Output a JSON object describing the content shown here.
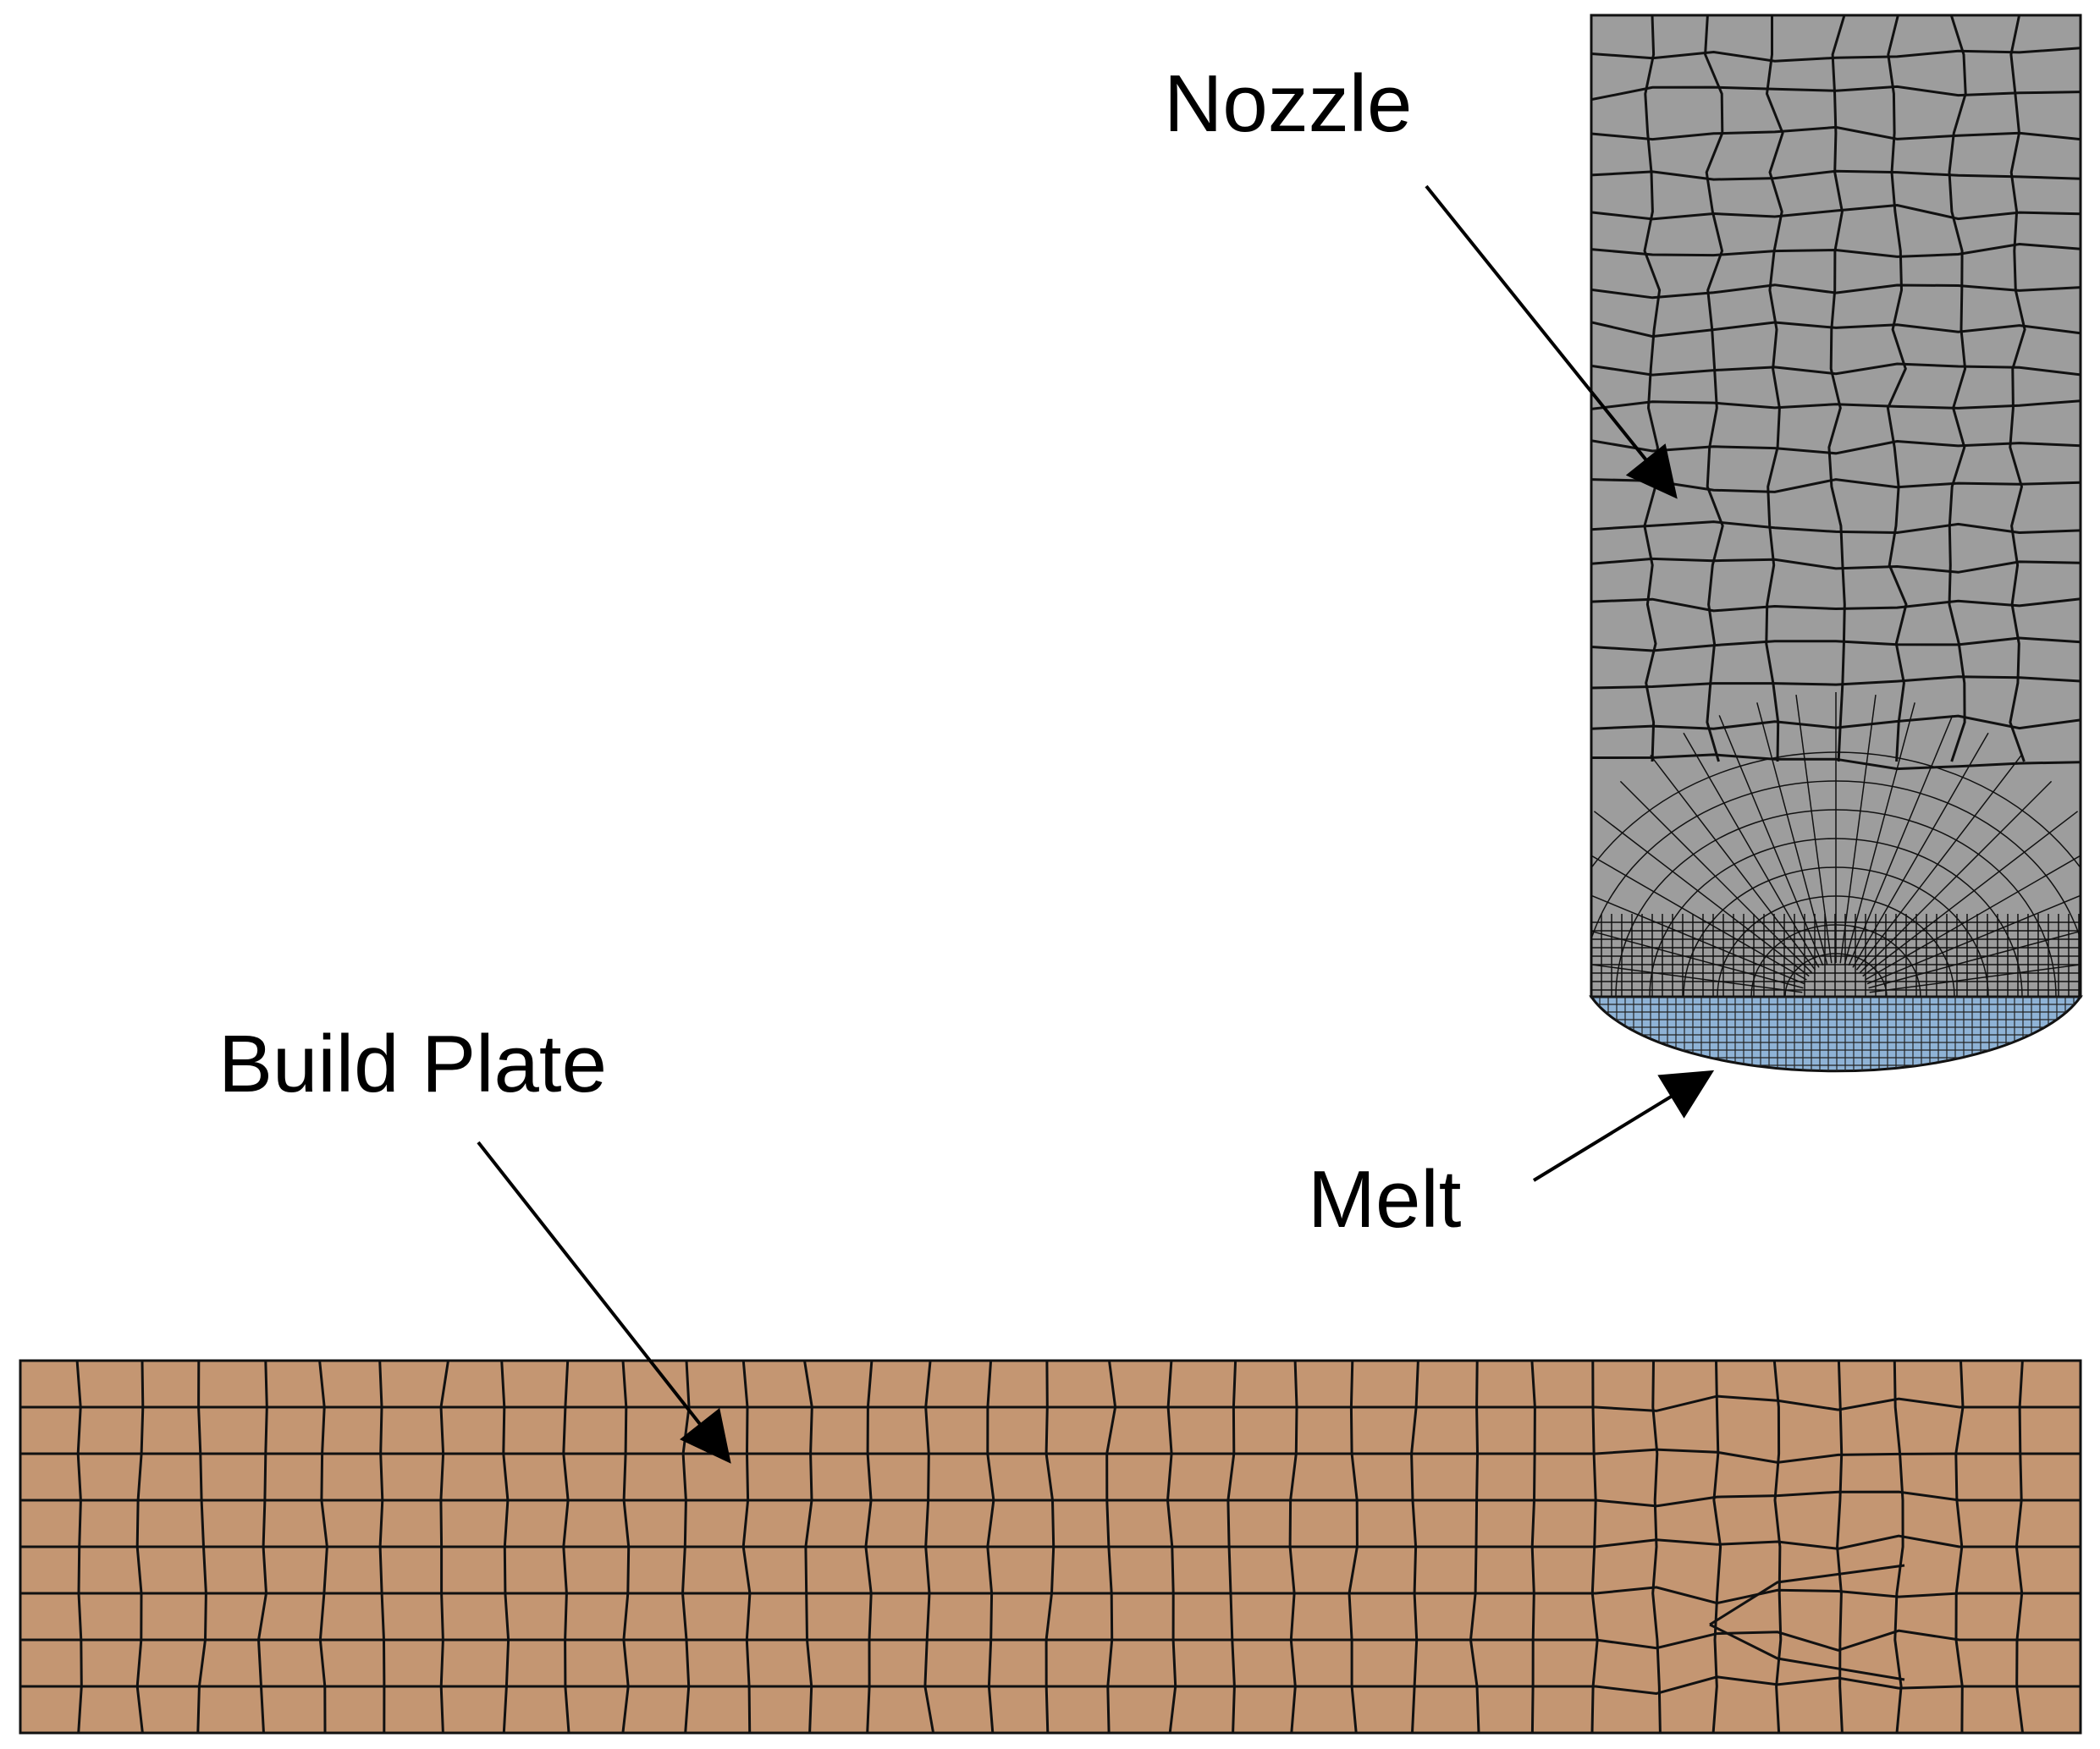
{
  "labels": {
    "nozzle": "Nozzle",
    "build_plate": "Build Plate",
    "melt": "Melt"
  },
  "colors": {
    "background": "#ffffff",
    "nozzle_fill": "#9d9d9d",
    "melt_fill": "#8fb3d6",
    "build_plate_fill": "#c49672",
    "mesh_line": "#111111",
    "arrow": "#000000"
  }
}
